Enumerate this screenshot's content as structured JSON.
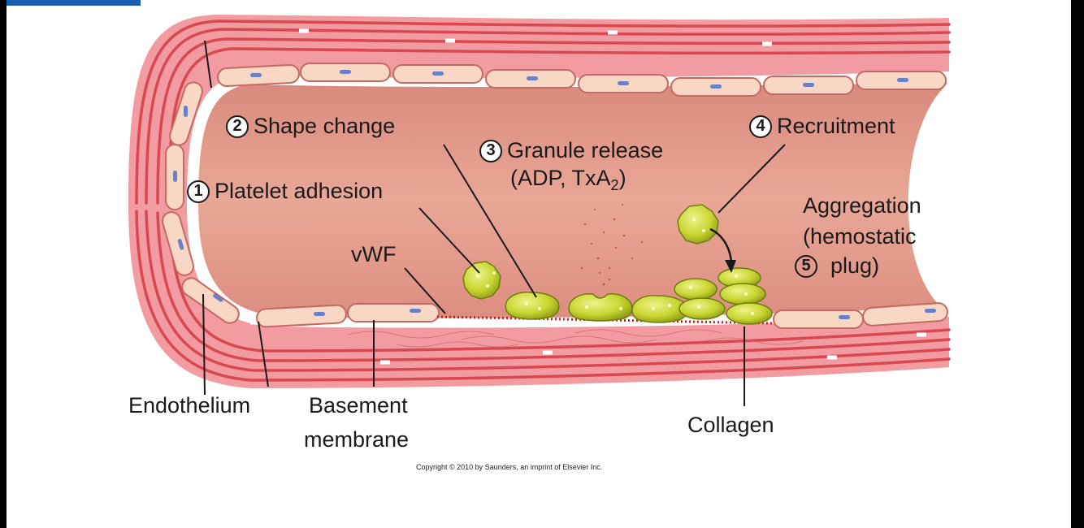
{
  "labels": {
    "step1": {
      "number": "1",
      "text": "Platelet adhesion"
    },
    "step2": {
      "number": "2",
      "text": "Shape change"
    },
    "step3": {
      "number": "3",
      "line1": "Granule release",
      "line2_prefix": "(ADP, TxA",
      "line2_sub": "2",
      "line2_suffix": ")"
    },
    "step4": {
      "number": "4",
      "text": "Recruitment"
    },
    "step5": {
      "number": "5",
      "line1": "Aggregation",
      "line2": "(hemostatic",
      "line3": "plug)"
    },
    "vwf": "vWF",
    "endothelium": "Endothelium",
    "basement": {
      "line1": "Basement",
      "line2": "membrane"
    },
    "collagen": "Collagen",
    "copyright": "Copyright © 2010 by Saunders, an imprint of Elsevier Inc."
  },
  "colors": {
    "vessel_wall": "#f29ba0",
    "wall_stripes": "#d9484f",
    "lumen": "#e3988a",
    "endothelial_cell": "#f8d7c5",
    "nucleus": "#6a80c8",
    "platelet": "#c8d630",
    "platelet_dark": "#6f7d10",
    "vwf_dots": "#cc1a1a",
    "accent_bar": "#1c5fb0"
  }
}
